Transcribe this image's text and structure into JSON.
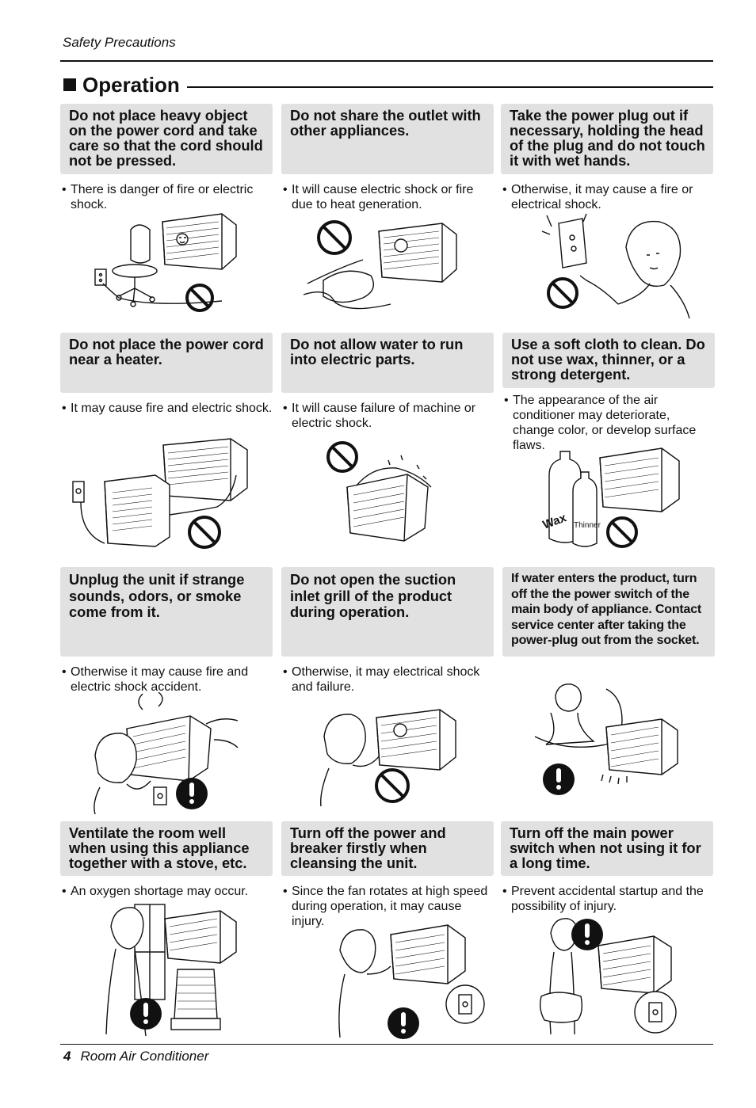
{
  "header": {
    "running_title": "Safety Precautions"
  },
  "section": {
    "title": "Operation"
  },
  "items": [
    {
      "heading": "Do not place heavy object on the power cord and take care so that the cord should not be pressed.",
      "note": "There is danger of fire or electric shock.",
      "symbol": "prohibition-icon"
    },
    {
      "heading": "Do not share the outlet with other appliances.",
      "note": "It will cause electric shock or fire due to heat generation.",
      "symbol": "prohibition-icon"
    },
    {
      "heading": "Take the power plug out if necessary, holding the head of the plug and do not touch it with wet hands.",
      "note": "Otherwise, it may cause a fire or electrical shock.",
      "symbol": "prohibition-icon"
    },
    {
      "heading": "Do not place the power cord near a heater.",
      "note": "It may cause fire and electric shock.",
      "symbol": "prohibition-icon"
    },
    {
      "heading": "Do not allow water to run into electric parts.",
      "note": "It will cause failure of machine or electric shock.",
      "symbol": "prohibition-icon"
    },
    {
      "heading": "Use a soft cloth to clean. Do not use wax, thinner, or a strong detergent.",
      "note": "The appearance of the air conditioner may deteriorate, change color, or develop surface flaws.",
      "symbol": "prohibition-icon",
      "bottle_labels": [
        "Wax",
        "Thinner"
      ]
    },
    {
      "heading": "Unplug the unit if strange sounds, odors, or smoke come from it.",
      "note": "Otherwise it may cause fire and electric shock accident.",
      "symbol": "mandatory-icon"
    },
    {
      "heading": "Do not open the suction inlet grill of the product during operation.",
      "note": "Otherwise, it may electrical shock and failure.",
      "symbol": "prohibition-icon"
    },
    {
      "heading": "If water enters the product, turn off the the power switch of the main body of appliance. Contact service center after taking the power-plug out from the socket.",
      "note": "",
      "symbol": "mandatory-icon"
    },
    {
      "heading": "Ventilate the room well when using this appliance together with a stove, etc.",
      "note": "An oxygen shortage may occur.",
      "symbol": "mandatory-icon"
    },
    {
      "heading": "Turn off the power and breaker firstly when cleansing the unit.",
      "note": "Since the fan rotates at high speed during operation, it may cause injury.",
      "symbol": "mandatory-icon"
    },
    {
      "heading": "Turn off the main power switch when not using it for a long time.",
      "note": "Prevent accidental startup and the possibility of injury.",
      "symbol": "mandatory-icon"
    }
  ],
  "footer": {
    "page_number": "4",
    "title": "Room Air Conditioner"
  }
}
